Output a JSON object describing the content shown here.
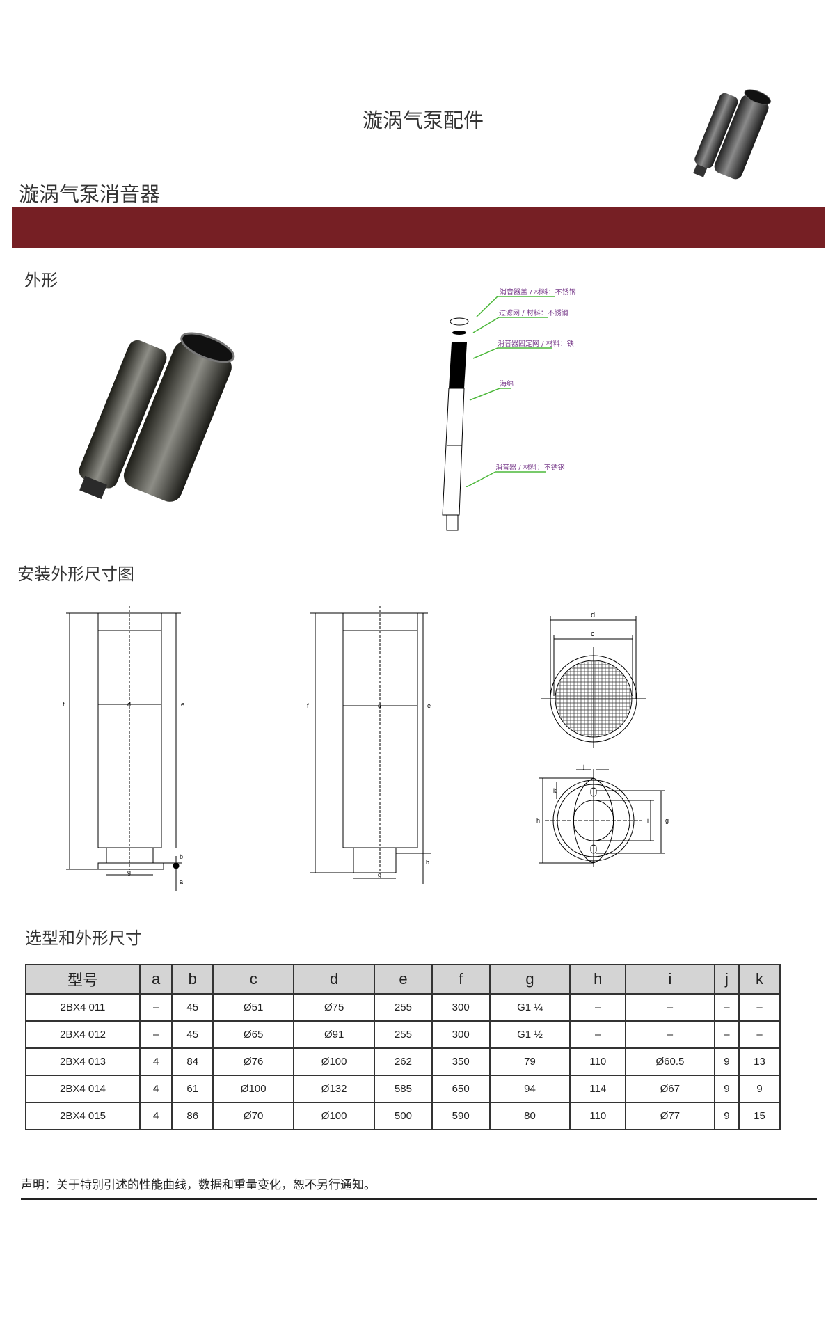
{
  "page_title": "漩涡气泵配件",
  "product_heading": "漩涡气泵消音器",
  "sections": {
    "appearance": "外形",
    "install_drawing": "安装外形尺寸图",
    "selection": "选型和外形尺寸"
  },
  "exploded_labels": [
    "消音器盖 / 材料：不锈钢",
    "过滤网 / 材料：不锈钢",
    "消音器固定网 / 材料：铁",
    "海绵",
    "消音器 / 材料：不锈钢"
  ],
  "dimension_letters": {
    "a": "a",
    "b": "b",
    "c": "c",
    "d": "d",
    "e": "e",
    "f": "f",
    "g": "g",
    "h": "h",
    "i": "i",
    "j": "j",
    "k": "k"
  },
  "table": {
    "headers": [
      "型号",
      "a",
      "b",
      "c",
      "d",
      "e",
      "f",
      "g",
      "h",
      "i",
      "j",
      "k"
    ],
    "rows": [
      [
        "2BX4 011",
        "–",
        "45",
        "Ø51",
        "Ø75",
        "255",
        "300",
        "G1 ¼",
        "–",
        "–",
        "–",
        "–"
      ],
      [
        "2BX4 012",
        "–",
        "45",
        "Ø65",
        "Ø91",
        "255",
        "300",
        "G1 ½",
        "–",
        "–",
        "–",
        "–"
      ],
      [
        "2BX4 013",
        "4",
        "84",
        "Ø76",
        "Ø100",
        "262",
        "350",
        "79",
        "110",
        "Ø60.5",
        "9",
        "13"
      ],
      [
        "2BX4 014",
        "4",
        "61",
        "Ø100",
        "Ø132",
        "585",
        "650",
        "94",
        "114",
        "Ø67",
        "9",
        "9"
      ],
      [
        "2BX4 015",
        "4",
        "86",
        "Ø70",
        "Ø100",
        "500",
        "590",
        "80",
        "110",
        "Ø77",
        "9",
        "15"
      ]
    ]
  },
  "disclaimer": "声明：关于特别引述的性能曲线，数据和重量变化，恕不另行通知。",
  "colors": {
    "band": "#761f24",
    "label": "#7a3e8c",
    "leader": "#4cb83a"
  }
}
